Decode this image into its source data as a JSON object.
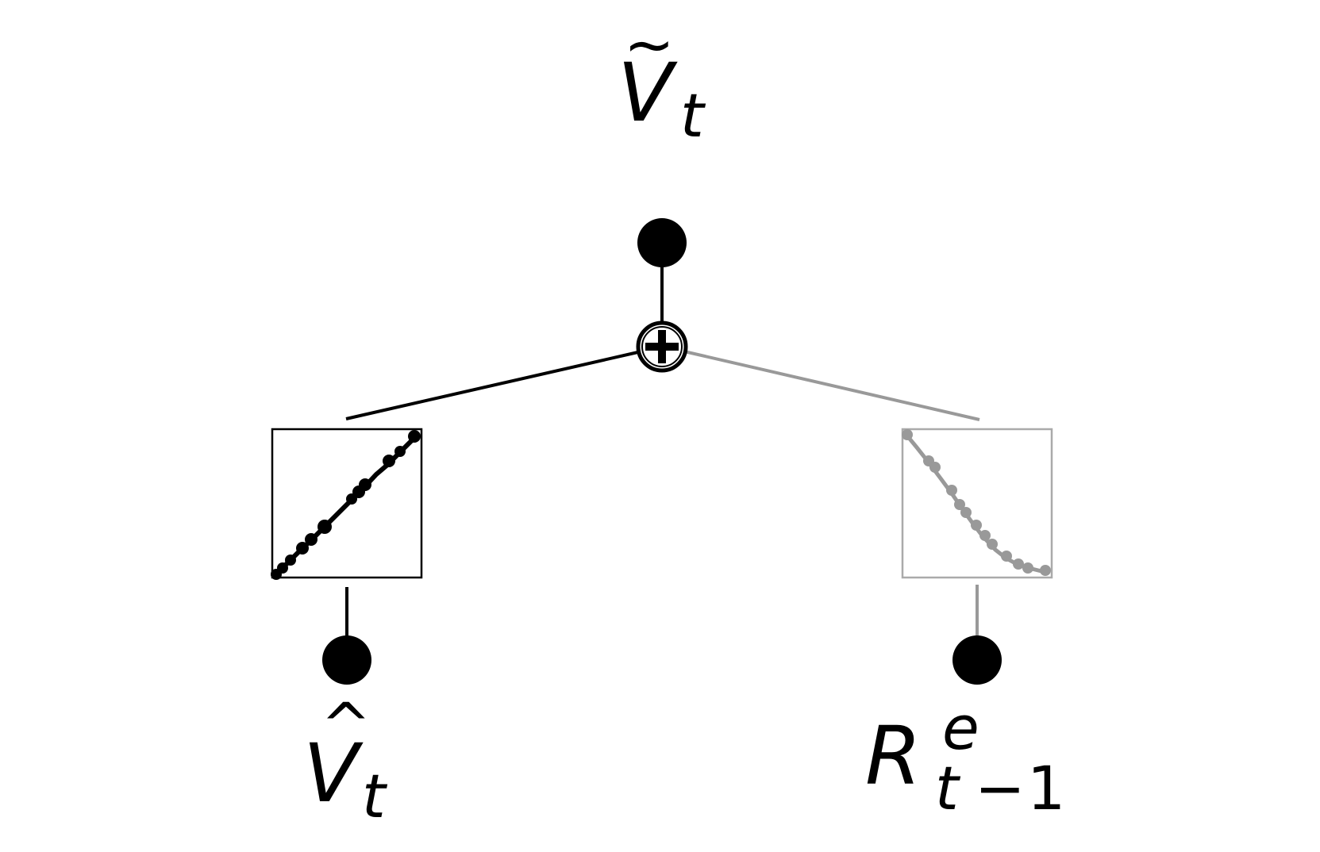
{
  "labels": {
    "output": {
      "base": "V",
      "accent": "~",
      "sub": "t"
    },
    "left_input": {
      "base": "V",
      "accent": "^",
      "sub": "t"
    },
    "right_input": {
      "base": "R",
      "sup": "e",
      "sub_var": "t",
      "sub_op": "−",
      "sub_num": "1"
    }
  },
  "colors": {
    "left_branch": "#000000",
    "right_branch": "#999999",
    "node": "#000000",
    "background": "#ffffff"
  },
  "icons": {
    "sum_node": "circled-plus-icon"
  },
  "shape_functions": {
    "left": {
      "trend": "increasing",
      "color": "#000000"
    },
    "right": {
      "trend": "decreasing",
      "color": "#999999"
    }
  }
}
